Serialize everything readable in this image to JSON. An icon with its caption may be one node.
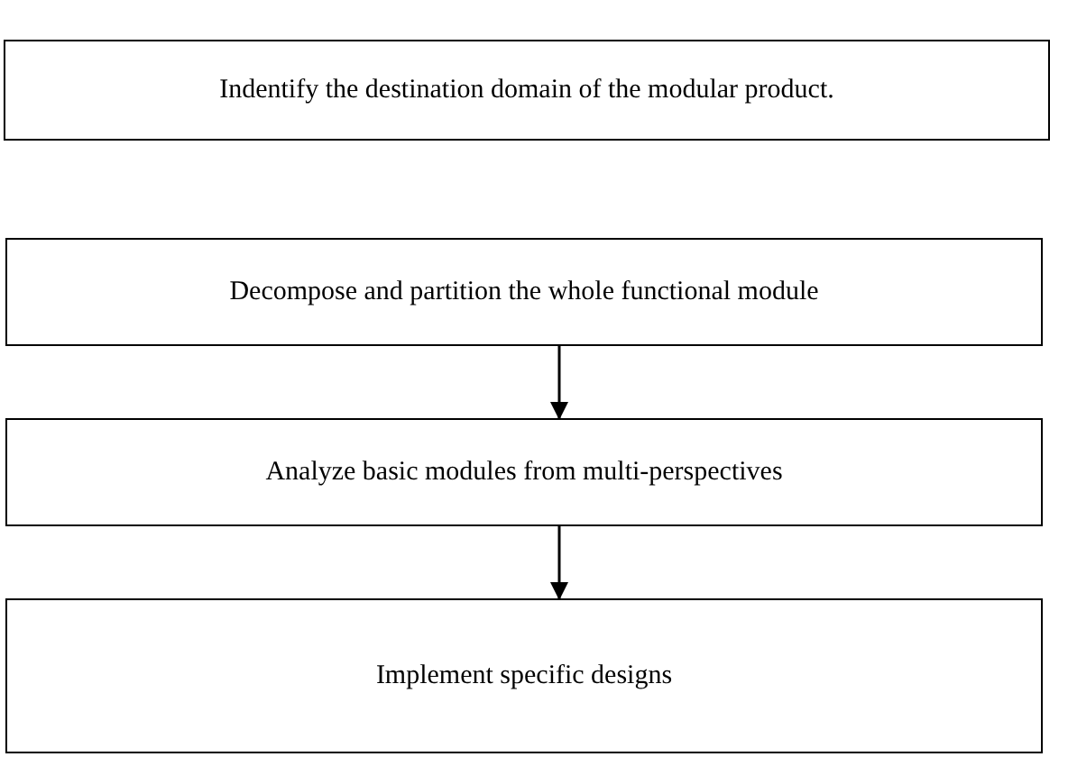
{
  "diagram": {
    "nodes": [
      {
        "text": [
          "Indentify the destination domain of the modular product."
        ]
      },
      {
        "text": [
          "Decompose and partition the whole functional module"
        ]
      },
      {
        "text": [
          "Analyze basic modules from multi-perspectives"
        ]
      },
      {
        "text": [
          "Implement specific designs"
        ]
      }
    ],
    "edges": [
      {
        "from": 1,
        "to": 2,
        "arrow": "to"
      },
      {
        "from": 2,
        "to": 3,
        "arrow": "to"
      }
    ]
  }
}
